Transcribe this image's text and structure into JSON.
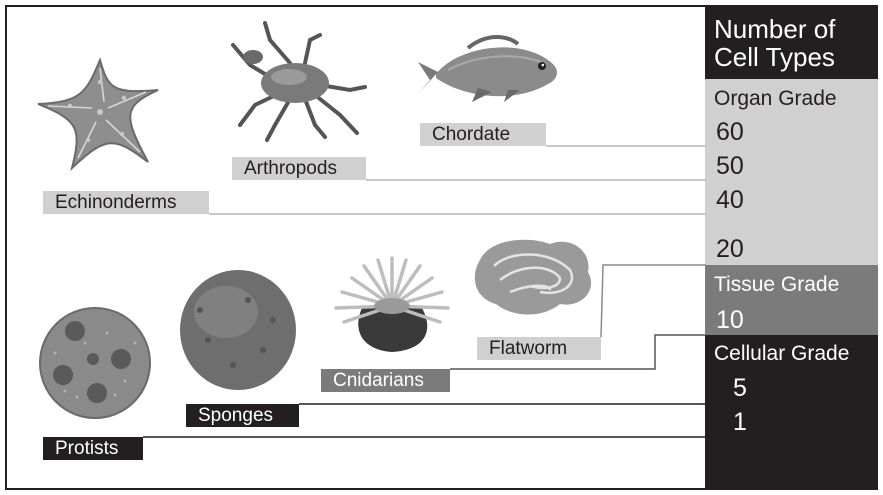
{
  "side_panel": {
    "header": "Number of\nCell Types",
    "header_line1": "Number of",
    "header_line2": "Cell Types",
    "organ_grade": "Organ Grade",
    "tissue_grade": "Tissue Grade",
    "cellular_grade": "Cellular Grade",
    "values": {
      "chordate": "60",
      "arthropods": "50",
      "echinoderms": "40",
      "flatworm": "20",
      "cnidarians": "10",
      "sponges": "5",
      "protists": "1"
    }
  },
  "organisms": {
    "chordate": "Chordate",
    "arthropods": "Arthropods",
    "echinoderms": "Echinonderms",
    "flatworm": "Flatworm",
    "cnidarians": "Cnidarians",
    "sponges": "Sponges",
    "protists": "Protists"
  },
  "colors": {
    "dark": "#231f20",
    "light_gray": "#d0d0d0",
    "mid_gray": "#7b7b7b"
  }
}
